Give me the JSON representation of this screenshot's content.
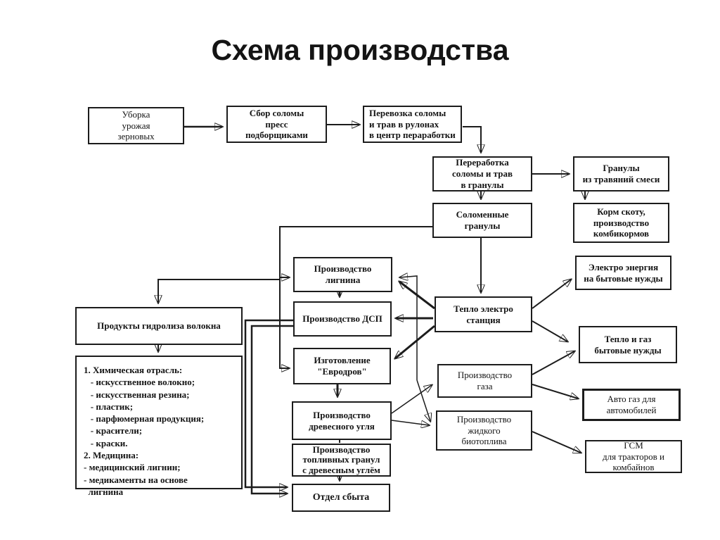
{
  "title": "Схема производства",
  "colors": {
    "ink": "#1c1c1c",
    "background": "#ffffff"
  },
  "nodes": {
    "uborka": "Уборка\nурожая\nзерновых",
    "sbor": "Сбор соломы\nпресс\nподборщиками",
    "perevozka": "Перевозка соломы\nи трав в рулонах\nв центр пераработки",
    "pererabotka": "Переработка\nсоломы  и трав\nв гранулы",
    "granuly_trav": "Гранулы\nиз травяний смеси",
    "solomennye": "Соломенные\nгранулы",
    "korm": "Корм скоту,\nпроизводство\nкомбикормов",
    "lignin": "Производство\nлигнина",
    "dsp": "Производство ДСП",
    "evrodrova": "Изготовление\n\"Евродров\"",
    "ugol": "Производство\nдревесного угля",
    "toplivnye": "Производство\nтопливных гранул\nс древесным углём",
    "otdel": "Отдел сбыта",
    "tes": "Тепло электро\nстанция",
    "gaz": "Производство\nгаза",
    "biotoplivo": "Производство\nжидкого\nбиотоплива",
    "elektro": "Электро энергия\nна бытовые нужды",
    "teplogaz": "Тепло и газ\nбытовые нужды",
    "avtogaz": "Авто газ для\nавтомобилей",
    "gsm": "ГСМ\nдля тракторов и\nкомбайнов",
    "gidroliz": "Продукты гидролиза волокна",
    "himlist": "1. Химическая отрасль:\n   - искусственное волокно;\n   - искусственная резина;\n   - пластик;\n   - парфюмерная продукция;\n   - красители;\n   - краски.\n2. Медицина:\n- медицинский лигнин;\n- медикаменты на основе\n  лигнина"
  }
}
